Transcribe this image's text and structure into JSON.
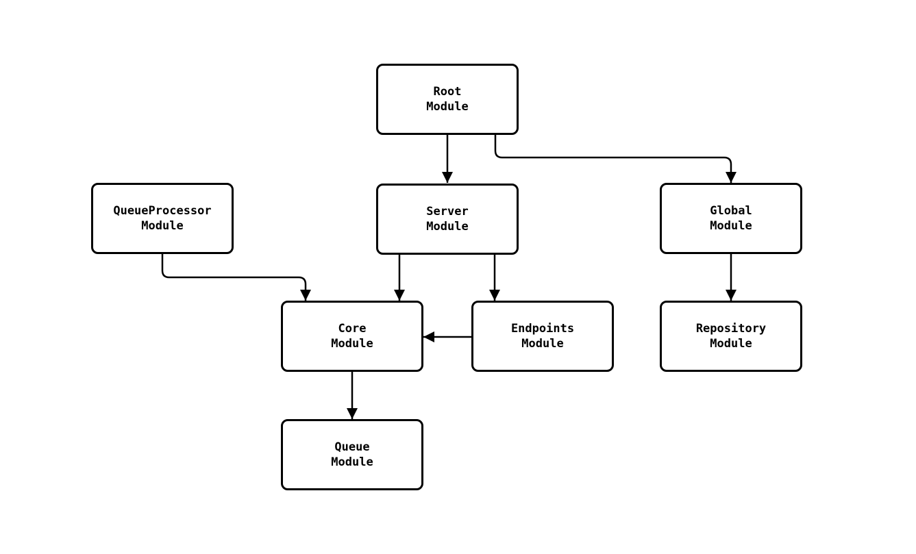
{
  "diagram": {
    "type": "module-dependency-flowchart",
    "background_color": "#ffffff",
    "line_color": "#000000",
    "node_fill_color": "#ffffff",
    "node_border_color": "#000000",
    "nodes": [
      {
        "id": "root",
        "label": "Root\nModule"
      },
      {
        "id": "server",
        "label": "Server\nModule"
      },
      {
        "id": "queueprocessor",
        "label": "QueueProcessor\nModule"
      },
      {
        "id": "global",
        "label": "Global\nModule"
      },
      {
        "id": "core",
        "label": "Core\nModule"
      },
      {
        "id": "endpoints",
        "label": "Endpoints\nModule"
      },
      {
        "id": "repository",
        "label": "Repository\nModule"
      },
      {
        "id": "queue",
        "label": "Queue\nModule"
      }
    ],
    "edges": [
      {
        "from": "root",
        "to": "server"
      },
      {
        "from": "root",
        "to": "global"
      },
      {
        "from": "queueprocessor",
        "to": "core"
      },
      {
        "from": "server",
        "to": "core"
      },
      {
        "from": "server",
        "to": "endpoints"
      },
      {
        "from": "endpoints",
        "to": "core"
      },
      {
        "from": "global",
        "to": "repository"
      },
      {
        "from": "core",
        "to": "queue"
      }
    ]
  }
}
